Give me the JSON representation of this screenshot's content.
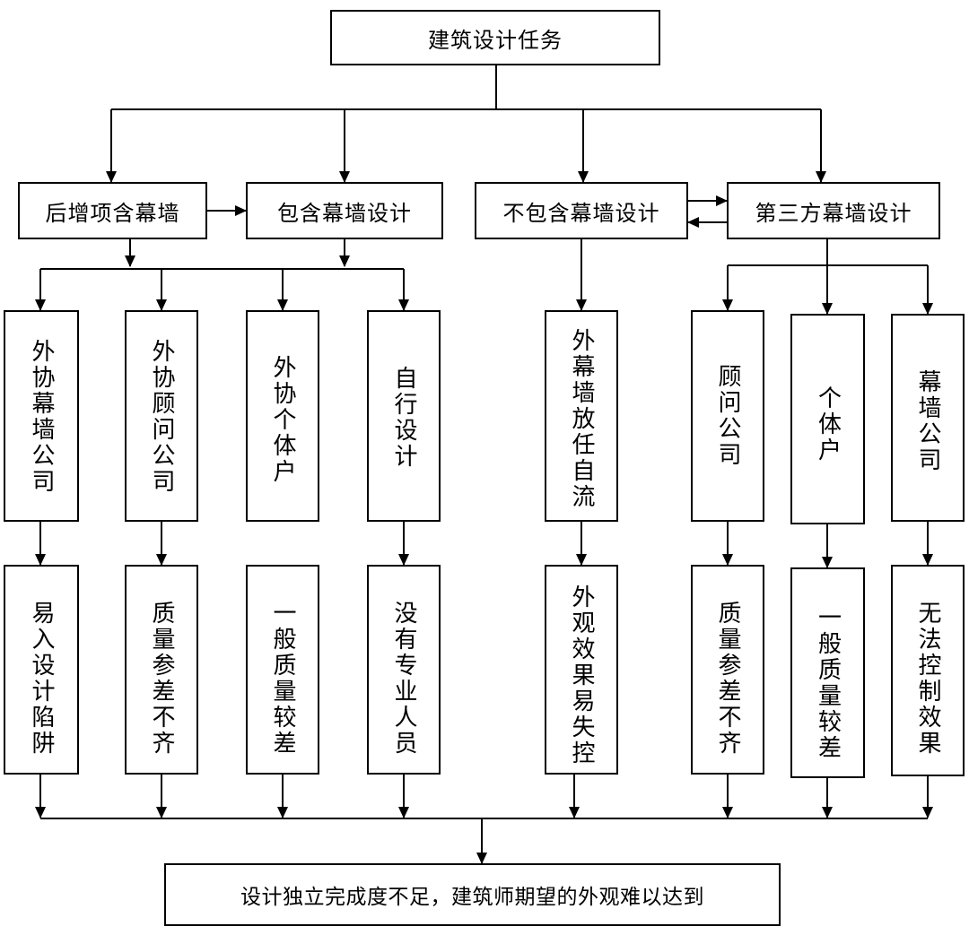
{
  "diagram": {
    "root": "建筑设计任务",
    "level1": {
      "later_added": "后增项含幕墙",
      "includes": "包含幕墙设计",
      "excludes": "不包含幕墙设计",
      "third_party": "第三方幕墙设计"
    },
    "approaches": {
      "outsourced_company": "外协幕墙公司",
      "outsourced_consultant": "外协顾问公司",
      "outsourced_individual": "外协个体户",
      "self_design": "自行设计",
      "facade_uncontrolled": "外幕墙放任自流",
      "consultant_company": "顾问公司",
      "individual": "个体户",
      "curtain_company": "幕墙公司"
    },
    "outcomes": {
      "outsourced_company": "易入设计陷阱",
      "outsourced_consultant": "质量参差不齐",
      "outsourced_individual": "一般质量较差",
      "self_design": "没有专业人员",
      "facade_uncontrolled": "外观效果易失控",
      "consultant_company": "质量参差不齐",
      "individual": "一般质量较差",
      "curtain_company": "无法控制效果"
    },
    "conclusion": "设计独立完成度不足，建筑师期望的外观难以达到"
  }
}
